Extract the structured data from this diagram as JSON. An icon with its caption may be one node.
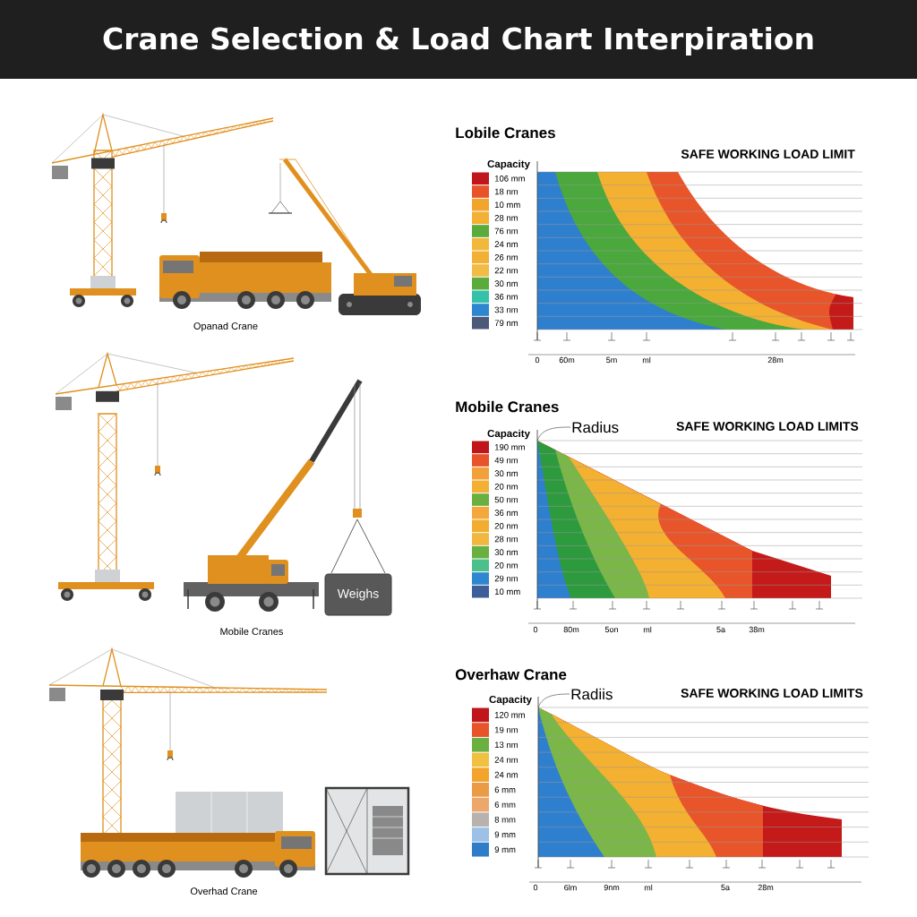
{
  "diagram": {
    "title": "Crane Selection & Load Chart Interpiration",
    "nodes": [
      {
        "text": [
          "Weighs"
        ]
      },
      {
        "text": [
          "Radius"
        ]
      },
      {
        "text": [
          "Radiis"
        ]
      }
    ],
    "edges": [
      {
        "from": 1,
        "to": null,
        "arrow": "none"
      },
      {
        "from": 2,
        "to": null,
        "arrow": "none"
      }
    ],
    "labels": [
      "Opanad Crane",
      "Mobile Cranes",
      "Overhad Crane",
      "Lobile Cranes",
      "Capacity",
      "SAFE WORKING LOAD LIMIT",
      "0",
      "60m",
      "5m",
      "ml",
      "28m",
      "Mobile Cranes",
      "Capacity",
      "SAFE WORKING LOAD LIMITS",
      "0",
      "80m",
      "5on",
      "ml",
      "5a",
      "38m",
      "Overhaw Crane",
      "Capacity",
      "SAFE WORKING LOAD LIMITS",
      "0",
      "6lm",
      "9nm",
      "ml",
      "5a",
      "28m"
    ],
    "legend": [
      {
        "text": "106 mm",
        "color": "#c0161b"
      },
      {
        "text": "18 nm",
        "color": "#e8532a"
      },
      {
        "text": "10 mm",
        "color": "#f2a42c"
      },
      {
        "text": "28 nm",
        "color": "#f2b035"
      },
      {
        "text": "76 nm",
        "color": "#5aaa3c"
      },
      {
        "text": "24 nm",
        "color": "#f2b83a"
      },
      {
        "text": "26 nm",
        "color": "#f2b035"
      },
      {
        "text": "22 nm",
        "color": "#f0bc45"
      },
      {
        "text": "30 nm",
        "color": "#5aaa3c"
      },
      {
        "text": "36 nm",
        "color": "#35c0a8"
      },
      {
        "text": "33 nm",
        "color": "#2f86d0"
      },
      {
        "text": "79 nm",
        "color": "#4a5a78"
      },
      {
        "text": "190 mm",
        "color": "#c0161b"
      },
      {
        "text": "49 nm",
        "color": "#e8532a"
      },
      {
        "text": "30 nm",
        "color": "#f2a03a"
      },
      {
        "text": "20 nm",
        "color": "#f2b035"
      },
      {
        "text": "50 nm",
        "color": "#6ab040"
      },
      {
        "text": "36 nm",
        "color": "#f4a83a"
      },
      {
        "text": "20 nm",
        "color": "#f2ac30"
      },
      {
        "text": "28 nm",
        "color": "#f0b83e"
      },
      {
        "text": "30 nm",
        "color": "#6ab040"
      },
      {
        "text": "20 nm",
        "color": "#4cc08c"
      },
      {
        "text": "29 nm",
        "color": "#2f86d0"
      },
      {
        "text": "10 mm",
        "color": "#3e5e9a"
      },
      {
        "text": "120 mm",
        "color": "#c0161b"
      },
      {
        "text": "19 nm",
        "color": "#e8532a"
      },
      {
        "text": "13 nm",
        "color": "#6ab040"
      },
      {
        "text": "24 nm",
        "color": "#f2c040"
      },
      {
        "text": "24 nm",
        "color": "#f2a42c"
      },
      {
        "text": "6 mm",
        "color": "#eb9a45"
      },
      {
        "text": "6 mm",
        "color": "#eda76a"
      },
      {
        "text": "8 mm",
        "color": "#b8b2ae"
      },
      {
        "text": "9 mm",
        "color": "#9cc0e6"
      },
      {
        "text": "9 mm",
        "color": "#2f7cc8"
      }
    ]
  }
}
